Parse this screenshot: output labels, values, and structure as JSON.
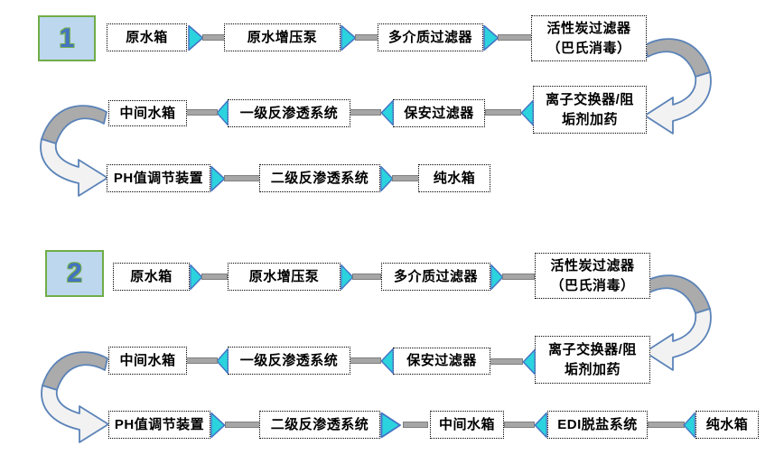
{
  "colors": {
    "triangle_fill": "#2BD3DE",
    "triangle_stroke": "#4472C4",
    "bar_fill": "#A6A6A6",
    "bar_stroke": "#7F7F7F",
    "badge_bg": "#BDD7EE",
    "badge_border": "#70AD47",
    "badge_text": "#4472C4",
    "badge_text_outline": "#70AD47",
    "curve_dark": "#ABABAB",
    "curve_light": "#F2F2F2",
    "curve_stroke": "#5B83B8",
    "node_border": "#000000",
    "node_bg": "#FFFFFF",
    "node_text": "#000000"
  },
  "flows": [
    {
      "badge": "1",
      "nodes": {
        "raw_water_tank": "原水箱",
        "booster_pump": "原水增压泵",
        "multimedia_filter": "多介质过滤器",
        "carbon_filter": "活性炭过滤器\n（巴氏消毒）",
        "ion_exchanger": "离子交换器/阻\n垢剂加药",
        "security_filter": "保安过滤器",
        "ro_stage1": "一级反渗透系统",
        "intermediate_tank": "中间水箱",
        "ph_adjuster": "PH值调节装置",
        "ro_stage2": "二级反渗透系统",
        "pure_water_tank": "纯水箱"
      }
    },
    {
      "badge": "2",
      "nodes": {
        "raw_water_tank": "原水箱",
        "booster_pump": "原水增压泵",
        "multimedia_filter": "多介质过滤器",
        "carbon_filter": "活性炭过滤器\n（巴氏消毒）",
        "ion_exchanger": "离子交换器/阻\n垢剂加药",
        "security_filter": "保安过滤器",
        "ro_stage1": "一级反渗透系统",
        "intermediate_tank": "中间水箱",
        "ph_adjuster": "PH值调节装置",
        "ro_stage2": "二级反渗透系统",
        "intermediate_tank2": "中间水箱",
        "edi_system": "EDI脱盐系统",
        "pure_water_tank": "纯水箱"
      }
    }
  ]
}
